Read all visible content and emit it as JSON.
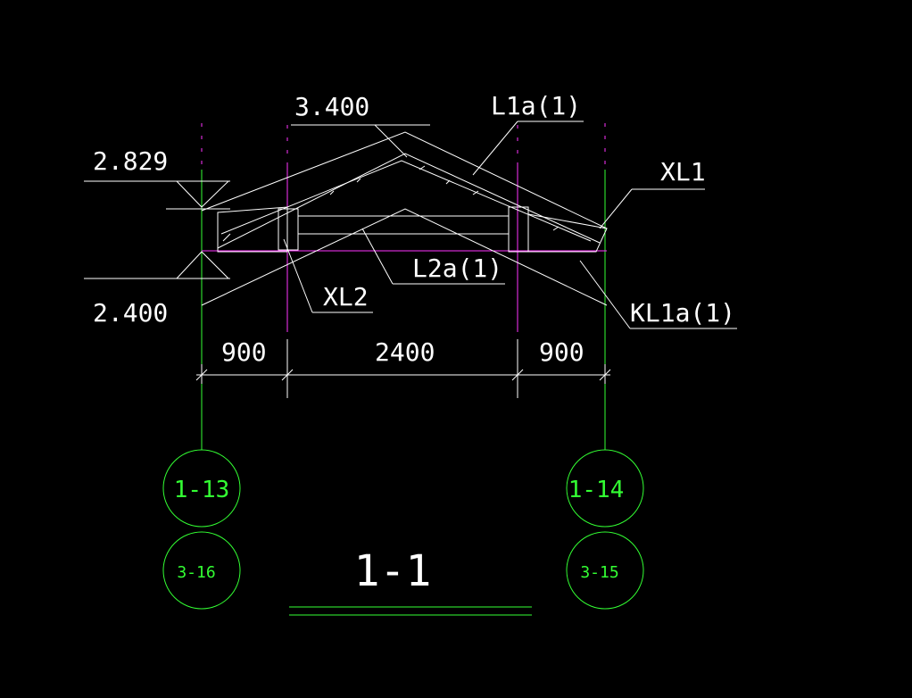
{
  "section": {
    "title": "1-1"
  },
  "elevations": {
    "ridge": "3.400",
    "eave_top": "2.829",
    "eave_bottom": "2.400"
  },
  "members": {
    "ridge_beam": "L1a(1)",
    "eave_beam_right": "XL1",
    "eave_beam_left": "XL2",
    "tie_beam": "L2a(1)",
    "frame_beam": "KL1a(1)"
  },
  "dimensions": {
    "left": "900",
    "middle": "2400",
    "right": "900"
  },
  "axes": {
    "left_top": "1-13",
    "left_bottom": "3-16",
    "right_top": "1-14",
    "right_bottom": "3-15"
  },
  "colors": {
    "background": "#000000",
    "linework": "#ffffff",
    "axis": "#33ff33",
    "column": "#ff33ff"
  }
}
